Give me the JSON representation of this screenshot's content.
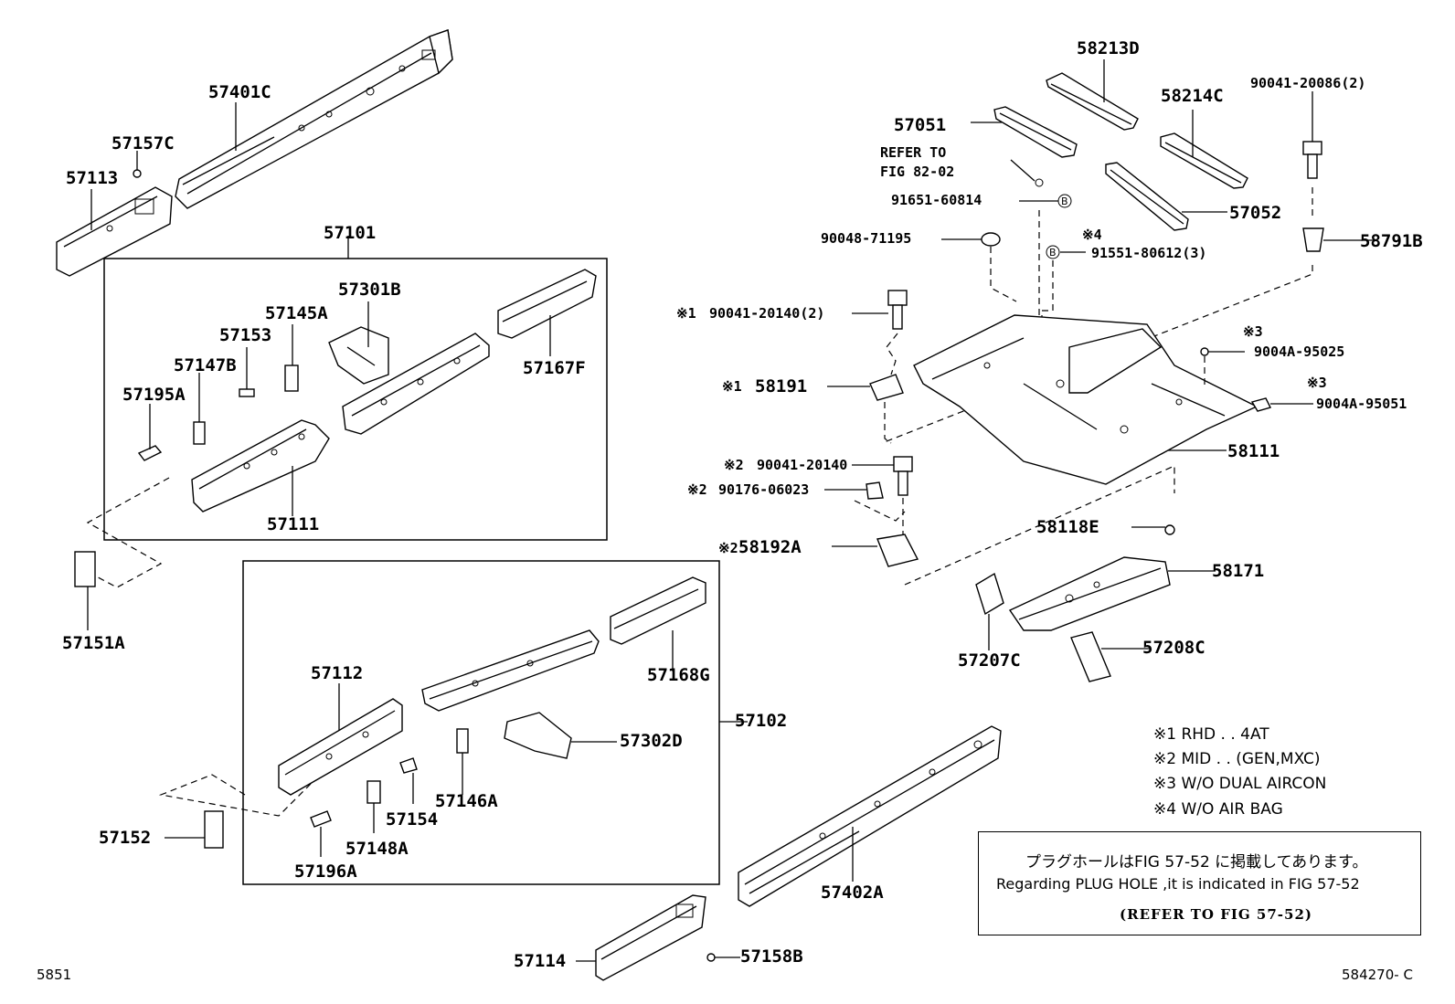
{
  "parts": {
    "p57401C": "57401C",
    "p57157C": "57157C",
    "p57113": "57113",
    "p57101": "57101",
    "p57301B": "57301B",
    "p57145A": "57145A",
    "p57153": "57153",
    "p57147B": "57147B",
    "p57195A": "57195A",
    "p57111": "57111",
    "p57167F": "57167F",
    "p57151A": "57151A",
    "p57112": "57112",
    "p57168G": "57168G",
    "p57102": "57102",
    "p57302D": "57302D",
    "p57146A": "57146A",
    "p57154": "57154",
    "p57148A": "57148A",
    "p57196A": "57196A",
    "p57152": "57152",
    "p57402A": "57402A",
    "p57114": "57114",
    "p57158B": "57158B",
    "p58213D": "58213D",
    "p58214C": "58214C",
    "p57051": "57051",
    "p57052": "57052",
    "p90041_20086": "90041-20086(2)",
    "p58791B": "58791B",
    "refer_to": "REFER TO",
    "fig_82_02": "FIG 82-02",
    "p91651_60814": "91651-60814",
    "p90048_71195": "90048-71195",
    "p91551_80612": "91551-80612(3)",
    "p90041_20140_2": "90041-20140(2)",
    "p58191": "58191",
    "p9004A_95025": "9004A-95025",
    "p9004A_95051": "9004A-95051",
    "p58111": "58111",
    "p90041_20140": "90041-20140",
    "p90176_06023": "90176-06023",
    "p58118E": "58118E",
    "p58192A": "58192A",
    "p58171": "58171",
    "p57207C": "57207C",
    "p57208C": "57208C"
  },
  "marks": {
    "m1a": "※1",
    "m1b": "※1",
    "m2a": "※2",
    "m2b": "※2",
    "m2c": "※2",
    "m3a": "※3",
    "m3b": "※3",
    "m4": "※4",
    "circle_b": "B"
  },
  "legend_notes": [
    "※1 RHD . . 4AT",
    "※2 MID . . (GEN,MXC)",
    "※3 W/O DUAL AIRCON",
    "※4 W/O AIR BAG"
  ],
  "reference_box": {
    "japanese": "プラグホールはFIG 57-52 に掲載してあります。",
    "english": "Regarding PLUG HOLE ,it is indicated in FIG 57-52",
    "fig": "(REFER TO FIG 57-52)"
  },
  "corner_left": "5851",
  "corner_right": "584270- C"
}
